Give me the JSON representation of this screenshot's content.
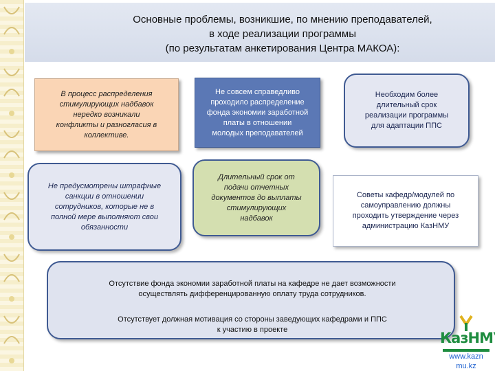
{
  "title": {
    "text": "Основные проблемы, возникшие, по мнению преподавателей,\nв ходе реализации программы\n(по результатам анкетирования Центра МАКОА):"
  },
  "boxes": {
    "peach": "В процесс распределения\nстимулирующих надбавок\nнередко возникали\nконфликты и разногласия в\nколлективе.",
    "blue": "Не совсем справедливо\nпроходило  распределение\nфонда экономии заработной\nплаты в  отношении\nмолодых преподавателей",
    "top_right": "Необходим более\nдлительный срок\nреализации программы\nдля адаптации ППС",
    "mid_left": "Не предусмотрены штрафные\nсанкции в отношении\nсотрудников, которые не в\nполной мере  выполняют свои\nобязанности",
    "green": "Длительный срок от\nподачи отчетных\nдокументов до выплаты\nстимулирующих\nнадбавок",
    "white": "Советы  кафедр/модулей по\nсамоуправлению должны\nпроходить утверждение через\nадминистрацию КазНМУ"
  },
  "bottom": {
    "p1": "Отсутствие фонда экономии заработной платы на кафедре не дает возможности\nосуществлять дифференцированную  оплату труда сотрудников.",
    "p2": "Отсутствует должная мотивация со стороны заведующих кафедрами  и  ППС\nк участию в проекте"
  },
  "logo": {
    "text": "КазНМУ",
    "icon": "kaznmu-logo"
  },
  "site": "www.kazn\nmu.kz",
  "colors": {
    "peach": "#fad5b5",
    "blue": "#5b78b5",
    "lavender": "#e4e7f2",
    "green": "#d4dfb0",
    "border": "#3f5a92"
  }
}
